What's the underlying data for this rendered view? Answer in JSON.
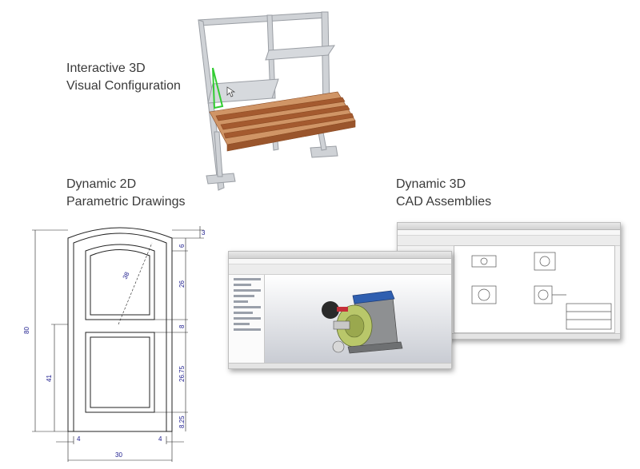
{
  "captions": {
    "visual_config": {
      "line1": "Interactive 3D",
      "line2": "Visual Configuration"
    },
    "drawings_2d": {
      "line1": "Dynamic 2D",
      "line2": "Parametric Drawings"
    },
    "cad_3d": {
      "line1": "Dynamic 3D",
      "line2": "CAD Assemblies"
    }
  },
  "door_drawing": {
    "total_height": "80",
    "lower_height": "41",
    "total_width": "30",
    "left_margin": "4",
    "right_margin": "4",
    "top_gap": "3",
    "arch_gap": "6",
    "upper_panel": "26",
    "mid_rail": "8",
    "lower_panel": "26.75",
    "bottom_rail": "8.25",
    "radius": "38"
  },
  "colors": {
    "frame_metal": "#cfd2d6",
    "wood_light": "#d09566",
    "wood_dark": "#a45a2f",
    "highlight": "#33cc33",
    "dimension_text": "#1a1a8c",
    "gearbox_blue": "#2f5fb0",
    "gearbox_green": "#b9c76a"
  }
}
